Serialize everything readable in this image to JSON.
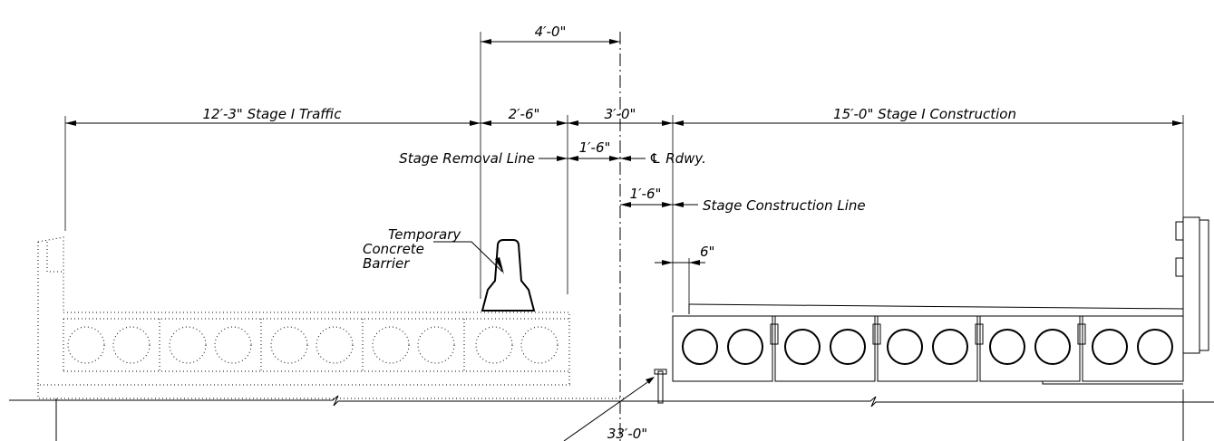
{
  "dims": {
    "top_4ft": "4′-0\"",
    "traffic": "12′-3\" Stage I Traffic",
    "d2_6": "2′-6\"",
    "d3_0": "3′-0\"",
    "construction": "15′-0\" Stage I Construction",
    "d1_6_upper": "1′-6\"",
    "d1_6_lower": "1′-6\"",
    "d6in": "6\"",
    "total": "33′-0\""
  },
  "labels": {
    "stage_removal": "Stage Removal Line",
    "centerline": "℄ Rdwy.",
    "stage_construction": "Stage Construction Line",
    "barrier_1": "Temporary",
    "barrier_2": "Concrete",
    "barrier_3": "Barrier"
  },
  "colors": {
    "ink": "#000000",
    "background": "#ffffff"
  }
}
